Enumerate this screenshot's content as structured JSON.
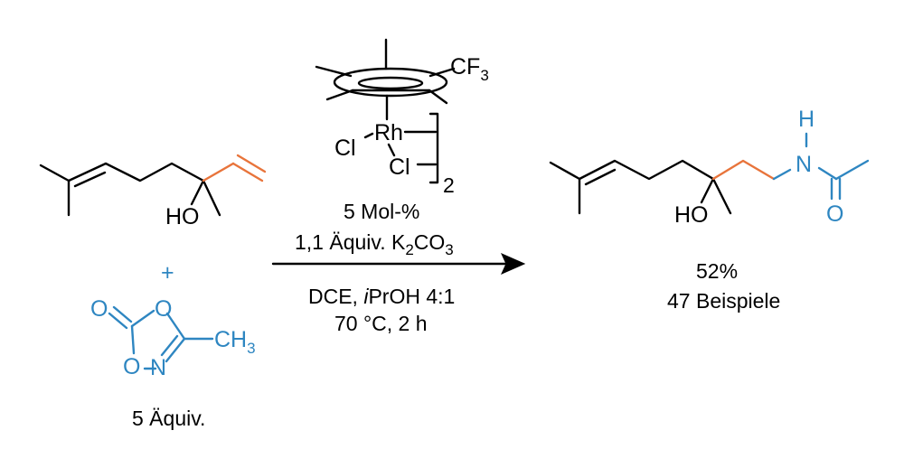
{
  "colors": {
    "bond": "#000000",
    "reagent": "#2e86c1",
    "new_bond": "#e8743b"
  },
  "substrate": {
    "oh_label": "HO"
  },
  "plus_sign": "+",
  "reagent": {
    "o_carbonyl": "O",
    "o_ring_top": "O",
    "o_ring_bottom": "O",
    "n_ring": "N",
    "methyl_main": "CH",
    "methyl_sub": "3",
    "amount": "5 Äquiv."
  },
  "catalyst": {
    "cf3_main": "CF",
    "cf3_sub": "3",
    "rh_label": "Rh",
    "cl_left": "Cl",
    "cl_bridge": "Cl",
    "dimer_sub": "2"
  },
  "conditions": {
    "loading": "5 Mol-%",
    "base_prefix": "1,1 Äquiv. K",
    "base_sub_k": "2",
    "base_co": "CO",
    "base_sub_o": "3",
    "solvent_prefix": "DCE, ",
    "solvent_italic": "i",
    "solvent_rest": "PrOH 4:1",
    "temperature_time": "70 °C, 2 h"
  },
  "product": {
    "oh_label": "HO",
    "nh_h": "H",
    "nh_n": "N",
    "amide_o": "O",
    "yield": "52%",
    "examples": "47 Beispiele"
  }
}
